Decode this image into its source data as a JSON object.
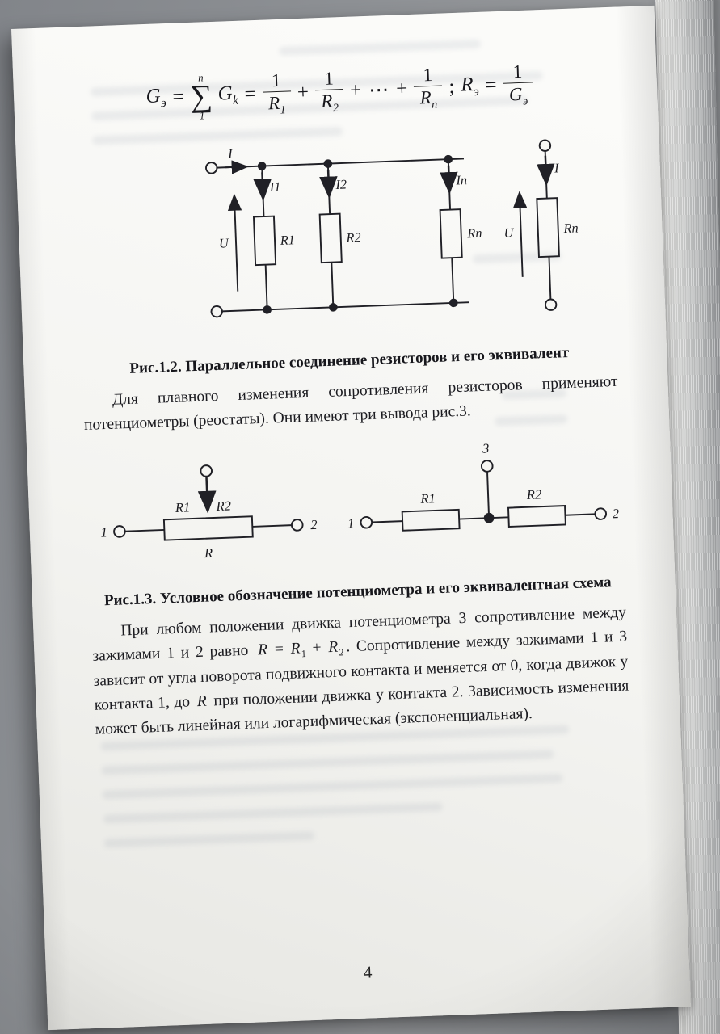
{
  "meta": {
    "page_number": "4"
  },
  "formula": {
    "lhs_base": "G",
    "lhs_sub": "э",
    "eq1": "=",
    "sigma": "∑",
    "sigma_upper": "n",
    "sigma_lower": "1",
    "term_base": "G",
    "term_sub": "k",
    "eq2": "=",
    "fracs": [
      {
        "num": "1",
        "den_base": "R",
        "den_sub": "1"
      },
      {
        "num": "1",
        "den_base": "R",
        "den_sub": "2"
      },
      {
        "num": "1",
        "den_base": "R",
        "den_sub": "n"
      }
    ],
    "plus": "+",
    "dots": "⋯",
    "semicolon": ";",
    "rhs_base": "R",
    "rhs_sub": "э",
    "eq3": "=",
    "rhs_frac": {
      "num": "1",
      "den_base": "G",
      "den_sub": "э"
    }
  },
  "fig12": {
    "caption": "Рис.1.2. Параллельное соединение резисторов и его эквивалент",
    "labels": {
      "i_main": "I",
      "i1": "I1",
      "i2": "I2",
      "i_n": "In",
      "u_left": "U",
      "r1": "R1",
      "r2": "R2",
      "r_n": "Rn",
      "i_right": "I",
      "u_right": "U",
      "r_eq": "Rn"
    }
  },
  "paragraph1": "Для плавного изменения сопротивления резисторов применяют потенциометры (реостаты). Они имеют три вывода рис.3.",
  "fig13": {
    "caption": "Рис.1.3. Условное обозначение потенциометра и его эквивалентная схема",
    "labels": {
      "left_t1": "1",
      "left_t2": "2",
      "left_r1": "R1",
      "left_r2": "R2",
      "left_r": "R",
      "right_t1": "1",
      "right_t2": "2",
      "right_t3": "3",
      "right_r1": "R1",
      "right_r2": "R2"
    }
  },
  "paragraph2": {
    "seg1": "При любом положении движка потенциометра 3 сопротивление между зажимами 1 и 2 равно ",
    "inline_formula": {
      "lhs": "R",
      "eq": "=",
      "a_base": "R",
      "a_sub": "1",
      "plus": "+",
      "b_base": "R",
      "b_sub": "2"
    },
    "seg2": ". Сопротивление между зажимами 1 и 3 зависит от угла поворота подвижного контакта и меняется от 0, когда движок у контакта 1, до ",
    "r_symbol": "R",
    "seg3": " при положении движка у контакта 2. Зависимость изменения может быть линейная или логарифмическая (экспоненциальная)."
  }
}
